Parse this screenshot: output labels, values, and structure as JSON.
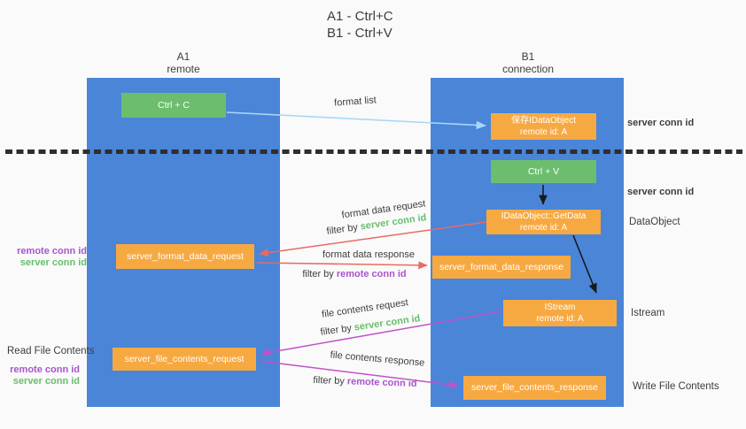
{
  "title": {
    "line1": "A1 - Ctrl+C",
    "line2": "B1 - Ctrl+V"
  },
  "columns": {
    "a": {
      "title": "A1",
      "subtitle": "remote"
    },
    "b": {
      "title": "B1",
      "subtitle": "connection"
    }
  },
  "nodes": {
    "ctrl_c": {
      "label": "Ctrl + C"
    },
    "save_dataobject": {
      "line1": "保存IDataObject",
      "line2": "remote id: A"
    },
    "ctrl_v": {
      "label": "Ctrl + V"
    },
    "getdata": {
      "line1": "IDataObject::GetData",
      "line2": "remote id: A"
    },
    "format_request": {
      "label": "server_format_data_request"
    },
    "format_response": {
      "label": "server_format_data_response"
    },
    "istream": {
      "line1": "IStream",
      "line2": "remote id: A"
    },
    "file_request": {
      "label": "server_file_contents_request"
    },
    "file_response": {
      "label": "server_file_contents_response"
    }
  },
  "flow_labels": {
    "format_list": "format list",
    "format_data_request": "format data request",
    "format_data_response": "format data response",
    "file_contents_request": "file contents request",
    "file_contents_response": "file contents response",
    "filter_by": "filter by",
    "server_conn_id": "server conn id",
    "remote_conn_id": "remote conn id"
  },
  "side_labels": {
    "read_file": "Read File Contents",
    "write_file": "Write File Contents",
    "dataobject": "DataObject",
    "istream": "Istream"
  },
  "colors": {
    "background": "#fafafa",
    "column-blue": "#4a85d8",
    "box-green": "#6cbe6e",
    "box-orange": "#f7a941",
    "box-text": "#ffffff",
    "text-dark": "#3d3d3d",
    "text-green": "#67bf6b",
    "text-purple": "#a855cc",
    "arrow-blue": "#a9d7f5",
    "arrow-black": "#1a1a1a",
    "arrow-red": "#e96b63",
    "arrow-magenta": "#bf53c8",
    "divider-dark": "#2e2e2e"
  }
}
